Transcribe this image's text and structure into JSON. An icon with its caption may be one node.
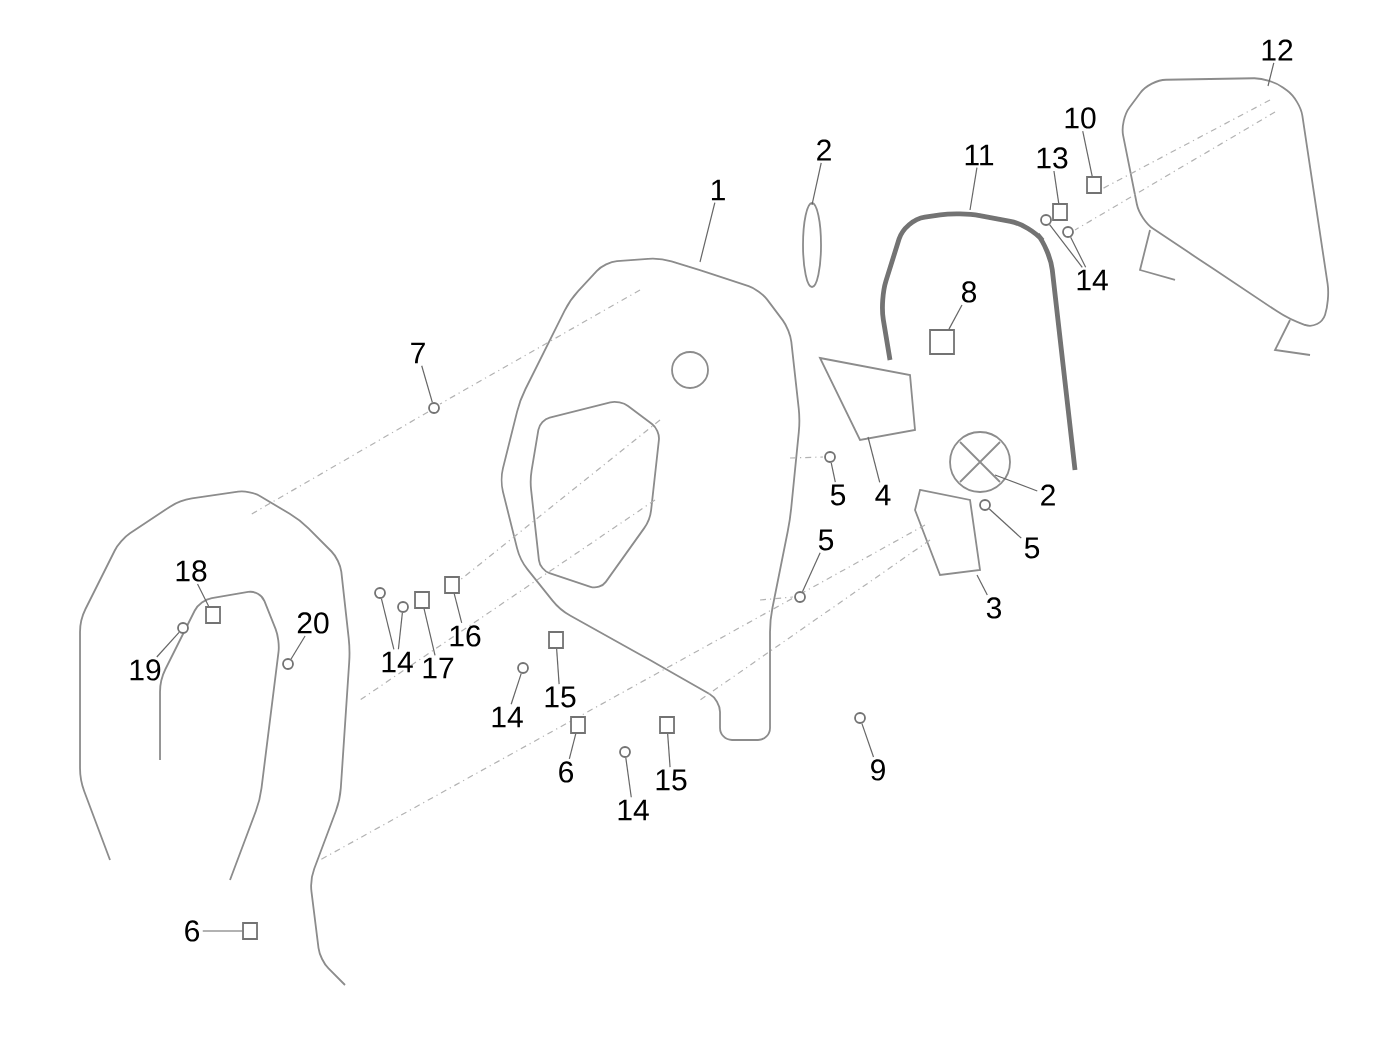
{
  "diagram": {
    "nodes": [
      {
        "text": [
          "1"
        ]
      },
      {
        "text": [
          "2"
        ]
      },
      {
        "text": [
          "11"
        ]
      },
      {
        "text": [
          "13"
        ]
      },
      {
        "text": [
          "10"
        ]
      },
      {
        "text": [
          "12"
        ]
      },
      {
        "text": [
          "14"
        ]
      },
      {
        "text": [
          "8"
        ]
      },
      {
        "text": [
          "5"
        ]
      },
      {
        "text": [
          "4"
        ]
      },
      {
        "text": [
          "2"
        ]
      },
      {
        "text": [
          "5"
        ]
      },
      {
        "text": [
          "5"
        ]
      },
      {
        "text": [
          "3"
        ]
      },
      {
        "text": [
          "18"
        ]
      },
      {
        "text": [
          "19"
        ]
      },
      {
        "text": [
          "20"
        ]
      },
      {
        "text": [
          "16"
        ]
      },
      {
        "text": [
          "14"
        ]
      },
      {
        "text": [
          "17"
        ]
      },
      {
        "text": [
          "14"
        ]
      },
      {
        "text": [
          "15"
        ]
      },
      {
        "text": [
          "6"
        ]
      },
      {
        "text": [
          "14"
        ]
      },
      {
        "text": [
          "15"
        ]
      },
      {
        "text": [
          "9"
        ]
      },
      {
        "text": [
          "6"
        ]
      },
      {
        "text": [
          "7"
        ]
      },
      {
        "text": [],
        "shape": "box"
      },
      {
        "text": [],
        "shape": "box"
      },
      {
        "text": [],
        "shape": "circle"
      },
      {
        "text": [],
        "shape": "circle"
      },
      {
        "text": [],
        "shape": "box"
      },
      {
        "text": [],
        "shape": "circle"
      },
      {
        "text": [],
        "shape": "circle"
      },
      {
        "text": [],
        "shape": "circle"
      },
      {
        "text": [],
        "shape": "box"
      },
      {
        "text": [],
        "shape": "circle"
      },
      {
        "text": [],
        "shape": "circle"
      },
      {
        "text": [],
        "shape": "box"
      },
      {
        "text": [],
        "shape": "circle"
      },
      {
        "text": [],
        "shape": "circle"
      },
      {
        "text": [],
        "shape": "box"
      },
      {
        "text": [],
        "shape": "circle"
      },
      {
        "text": [],
        "shape": "box"
      },
      {
        "text": [],
        "shape": "box"
      },
      {
        "text": [],
        "shape": "circle"
      },
      {
        "text": [],
        "shape": "box"
      },
      {
        "text": [],
        "shape": "circle"
      },
      {
        "text": [],
        "shape": "box"
      },
      {
        "text": [],
        "shape": "circle"
      }
    ],
    "edges": [
      {
        "from": 0,
        "to": null,
        "arrow": "none"
      },
      {
        "from": 1,
        "to": null,
        "arrow": "none"
      },
      {
        "from": 2,
        "to": null,
        "arrow": "none"
      },
      {
        "from": 3,
        "to": 28,
        "arrow": "none"
      },
      {
        "from": 4,
        "to": 29,
        "arrow": "none"
      },
      {
        "from": 5,
        "to": null,
        "arrow": "none"
      },
      {
        "from": 6,
        "to": 30,
        "arrow": "none"
      },
      {
        "from": 6,
        "to": 31,
        "arrow": "none"
      },
      {
        "from": 7,
        "to": 32,
        "arrow": "none"
      },
      {
        "from": 8,
        "to": 33,
        "arrow": "none"
      },
      {
        "from": 9,
        "to": null,
        "arrow": "none"
      },
      {
        "from": 10,
        "to": null,
        "arrow": "none"
      },
      {
        "from": 11,
        "to": 34,
        "arrow": "none"
      },
      {
        "from": 12,
        "to": 35,
        "arrow": "none"
      },
      {
        "from": 13,
        "to": null,
        "arrow": "none"
      },
      {
        "from": 14,
        "to": 36,
        "arrow": "none"
      },
      {
        "from": 15,
        "to": 37,
        "arrow": "none"
      },
      {
        "from": 16,
        "to": 38,
        "arrow": "none"
      },
      {
        "from": 17,
        "to": 39,
        "arrow": "none"
      },
      {
        "from": 18,
        "to": 40,
        "arrow": "none"
      },
      {
        "from": 18,
        "to": 41,
        "arrow": "none"
      },
      {
        "from": 19,
        "to": 42,
        "arrow": "none"
      },
      {
        "from": 20,
        "to": 43,
        "arrow": "none"
      },
      {
        "from": 21,
        "to": 44,
        "arrow": "none"
      },
      {
        "from": 22,
        "to": 45,
        "arrow": "none"
      },
      {
        "from": 23,
        "to": 46,
        "arrow": "none"
      },
      {
        "from": 24,
        "to": 47,
        "arrow": "none"
      },
      {
        "from": 25,
        "to": 48,
        "arrow": "none"
      },
      {
        "from": 26,
        "to": 49,
        "arrow": "none"
      },
      {
        "from": 27,
        "to": 50,
        "arrow": "none"
      }
    ]
  }
}
